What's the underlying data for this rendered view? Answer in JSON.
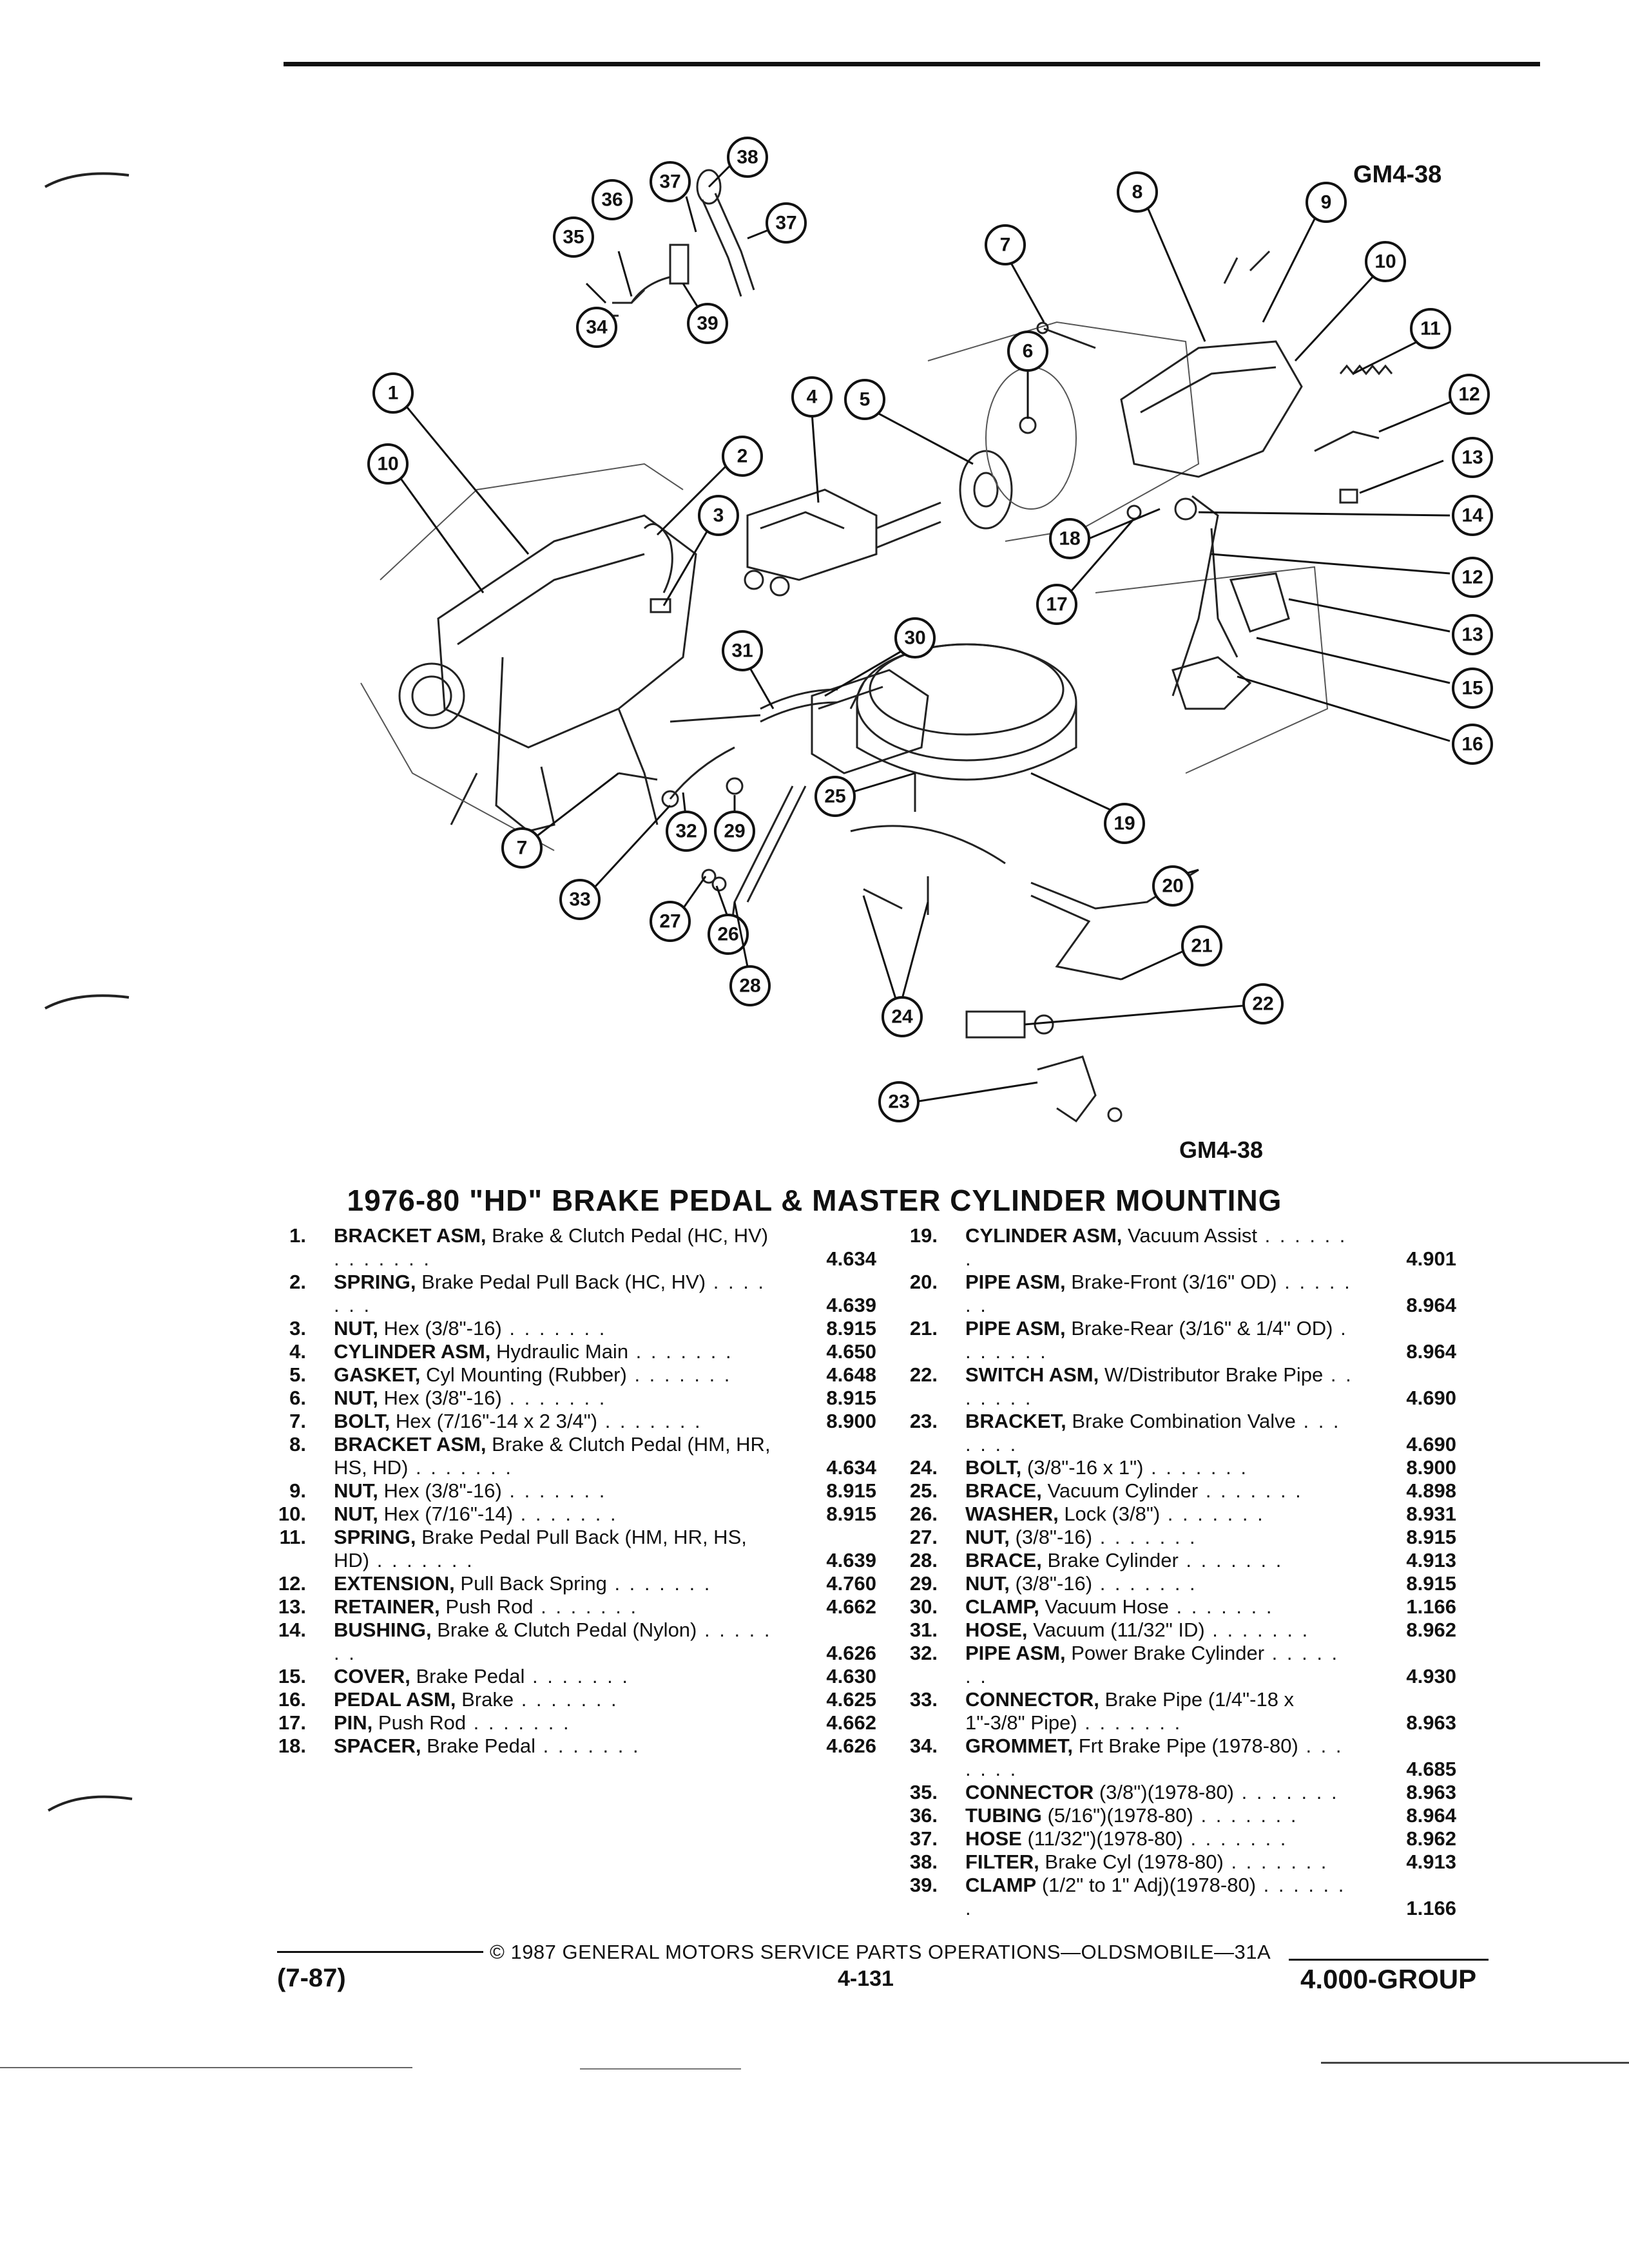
{
  "diagram": {
    "code_top": "GM4-38",
    "code_bottom": "GM4-38",
    "callouts": [
      "1",
      "2",
      "3",
      "4",
      "5",
      "6",
      "7",
      "8",
      "9",
      "10",
      "11",
      "12",
      "13",
      "14",
      "15",
      "16",
      "17",
      "18",
      "19",
      "20",
      "21",
      "22",
      "23",
      "24",
      "25",
      "26",
      "27",
      "28",
      "29",
      "30",
      "31",
      "32",
      "33",
      "34",
      "35",
      "36",
      "37",
      "38",
      "39"
    ]
  },
  "title": "1976-80 \"HD\" BRAKE PEDAL & MASTER CYLINDER MOUNTING",
  "parts_left": [
    {
      "num": "1.",
      "name": "BRACKET ASM,",
      "desc": "Brake & Clutch Pedal (HC, HV)",
      "pn": "4.634"
    },
    {
      "num": "2.",
      "name": "SPRING,",
      "desc": "Brake Pedal Pull Back (HC, HV)",
      "pn": "4.639"
    },
    {
      "num": "3.",
      "name": "NUT,",
      "desc": "Hex (3/8\"-16)",
      "pn": "8.915"
    },
    {
      "num": "4.",
      "name": "CYLINDER ASM,",
      "desc": "Hydraulic Main",
      "pn": "4.650"
    },
    {
      "num": "5.",
      "name": "GASKET,",
      "desc": "Cyl Mounting (Rubber)",
      "pn": "4.648"
    },
    {
      "num": "6.",
      "name": "NUT,",
      "desc": "Hex (3/8\"-16)",
      "pn": "8.915"
    },
    {
      "num": "7.",
      "name": "BOLT,",
      "desc": "Hex (7/16\"-14 x 2 3/4\")",
      "pn": "8.900"
    },
    {
      "num": "8.",
      "name": "BRACKET ASM,",
      "desc": "Brake & Clutch Pedal (HM, HR, HS, HD)",
      "pn": "4.634"
    },
    {
      "num": "9.",
      "name": "NUT,",
      "desc": "Hex (3/8\"-16)",
      "pn": "8.915"
    },
    {
      "num": "10.",
      "name": "NUT,",
      "desc": "Hex (7/16\"-14)",
      "pn": "8.915"
    },
    {
      "num": "11.",
      "name": "SPRING,",
      "desc": "Brake Pedal Pull Back (HM, HR, HS, HD)",
      "pn": "4.639"
    },
    {
      "num": "12.",
      "name": "EXTENSION,",
      "desc": "Pull Back Spring",
      "pn": "4.760"
    },
    {
      "num": "13.",
      "name": "RETAINER,",
      "desc": "Push Rod",
      "pn": "4.662"
    },
    {
      "num": "14.",
      "name": "BUSHING,",
      "desc": "Brake & Clutch Pedal (Nylon)",
      "pn": "4.626"
    },
    {
      "num": "15.",
      "name": "COVER,",
      "desc": "Brake Pedal",
      "pn": "4.630"
    },
    {
      "num": "16.",
      "name": "PEDAL ASM,",
      "desc": "Brake",
      "pn": "4.625"
    },
    {
      "num": "17.",
      "name": "PIN,",
      "desc": "Push Rod",
      "pn": "4.662"
    },
    {
      "num": "18.",
      "name": "SPACER,",
      "desc": "Brake Pedal",
      "pn": "4.626"
    }
  ],
  "parts_right": [
    {
      "num": "19.",
      "name": "CYLINDER ASM,",
      "desc": "Vacuum Assist",
      "pn": "4.901"
    },
    {
      "num": "20.",
      "name": "PIPE ASM,",
      "desc": "Brake-Front (3/16\" OD)",
      "pn": "8.964"
    },
    {
      "num": "21.",
      "name": "PIPE ASM,",
      "desc": "Brake-Rear (3/16\" & 1/4\" OD)",
      "pn": "8.964"
    },
    {
      "num": "22.",
      "name": "SWITCH ASM,",
      "desc": "W/Distributor Brake Pipe",
      "pn": "4.690"
    },
    {
      "num": "23.",
      "name": "BRACKET,",
      "desc": "Brake Combination Valve",
      "pn": "4.690"
    },
    {
      "num": "24.",
      "name": "BOLT,",
      "desc": "(3/8\"-16 x 1\")",
      "pn": "8.900"
    },
    {
      "num": "25.",
      "name": "BRACE,",
      "desc": "Vacuum Cylinder",
      "pn": "4.898"
    },
    {
      "num": "26.",
      "name": "WASHER,",
      "desc": "Lock (3/8\")",
      "pn": "8.931"
    },
    {
      "num": "27.",
      "name": "NUT,",
      "desc": "(3/8\"-16)",
      "pn": "8.915"
    },
    {
      "num": "28.",
      "name": "BRACE,",
      "desc": "Brake Cylinder",
      "pn": "4.913"
    },
    {
      "num": "29.",
      "name": "NUT,",
      "desc": "(3/8\"-16)",
      "pn": "8.915"
    },
    {
      "num": "30.",
      "name": "CLAMP,",
      "desc": "Vacuum Hose",
      "pn": "1.166"
    },
    {
      "num": "31.",
      "name": "HOSE,",
      "desc": "Vacuum (11/32\" ID)",
      "pn": "8.962"
    },
    {
      "num": "32.",
      "name": "PIPE ASM,",
      "desc": "Power Brake Cylinder",
      "pn": "4.930"
    },
    {
      "num": "33.",
      "name": "CONNECTOR,",
      "desc": "Brake Pipe (1/4\"-18 x 1\"-3/8\" Pipe)",
      "pn": "8.963"
    },
    {
      "num": "34.",
      "name": "GROMMET,",
      "desc": "Frt Brake Pipe (1978-80)",
      "pn": "4.685"
    },
    {
      "num": "35.",
      "name": "CONNECTOR",
      "desc": "(3/8\")(1978-80)",
      "pn": "8.963"
    },
    {
      "num": "36.",
      "name": "TUBING",
      "desc": "(5/16\")(1978-80)",
      "pn": "8.964"
    },
    {
      "num": "37.",
      "name": "HOSE",
      "desc": "(11/32\")(1978-80)",
      "pn": "8.962"
    },
    {
      "num": "38.",
      "name": "FILTER,",
      "desc": "Brake Cyl (1978-80)",
      "pn": "4.913"
    },
    {
      "num": "39.",
      "name": "CLAMP",
      "desc": "(1/2\" to 1\" Adj)(1978-80)",
      "pn": "1.166"
    }
  ],
  "footer": {
    "copyright": "© 1987 GENERAL MOTORS SERVICE PARTS OPERATIONS—OLDSMOBILE—31A",
    "revision": "(7-87)",
    "page_number": "4-131",
    "group": "4.000-GROUP"
  }
}
